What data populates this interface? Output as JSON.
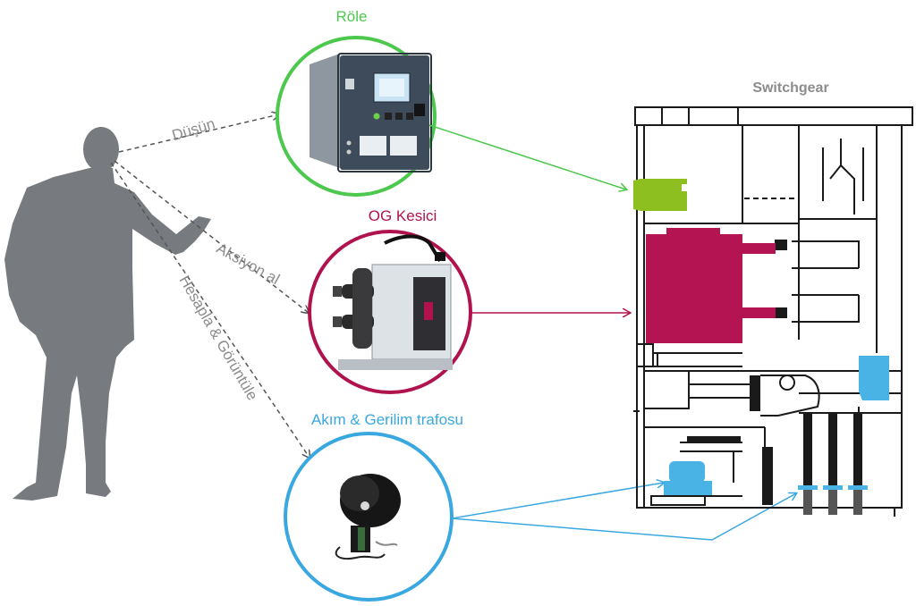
{
  "labels": {
    "relay": "Röle",
    "breaker": "OG Kesici",
    "ct": "Akım & Gerilim trafosu",
    "switchgear": "Switchgear",
    "think": "Düşün",
    "act": "Aksiyon al",
    "compute": "Hesapla & Görüntüle"
  },
  "colors": {
    "relay_green": "#4cc84c",
    "breaker_crimson": "#b0124e",
    "ct_blue": "#3aa8e0",
    "label_gray": "#8c8c8c",
    "person_gray": "#777a7e",
    "relay_accent": "#8cbf1f",
    "breaker_body": "#b51453",
    "ct_body": "#4ab3e6"
  }
}
